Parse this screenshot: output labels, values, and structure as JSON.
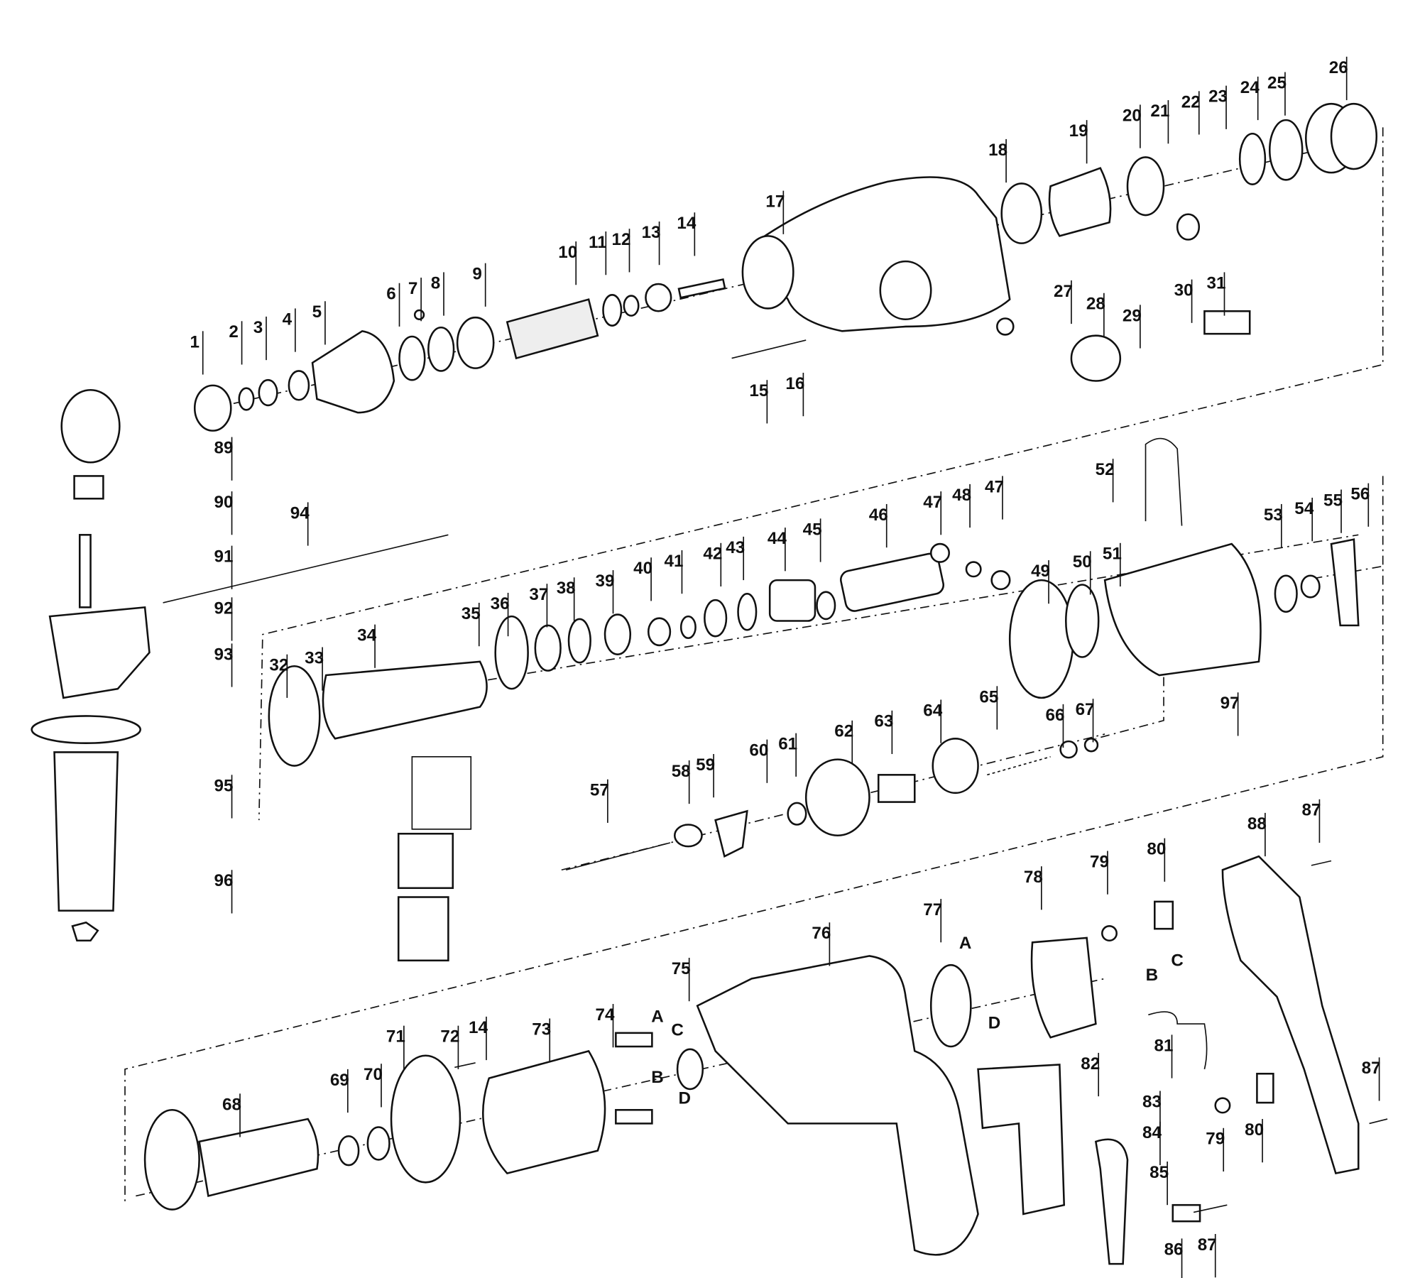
{
  "diagram": {
    "type": "exploded parts diagram - rotary hammer drill",
    "part_labels": [
      "1",
      "2",
      "3",
      "4",
      "5",
      "6",
      "7",
      "8",
      "9",
      "10",
      "11",
      "12",
      "13",
      "14",
      "15",
      "16",
      "17",
      "18",
      "19",
      "20",
      "21",
      "22",
      "23",
      "24",
      "25",
      "26",
      "27",
      "28",
      "29",
      "30",
      "31",
      "89",
      "90",
      "91",
      "92",
      "93",
      "94",
      "95",
      "96",
      "52",
      "47",
      "48",
      "47",
      "46",
      "45",
      "44",
      "43",
      "42",
      "41",
      "40",
      "39",
      "38",
      "37",
      "36",
      "35",
      "34",
      "33",
      "32",
      "49",
      "50",
      "51",
      "53",
      "54",
      "55",
      "56",
      "97",
      "66",
      "67",
      "65",
      "64",
      "63",
      "62",
      "61",
      "60",
      "59",
      "58",
      "57",
      "87",
      "88",
      "80",
      "79",
      "78",
      "77",
      "76",
      "75",
      "74",
      "73",
      "72",
      "14",
      "71",
      "70",
      "69",
      "68",
      "A",
      "D",
      "B",
      "C",
      "81",
      "82",
      "83",
      "84",
      "85",
      "86",
      "87",
      "79",
      "80",
      "87",
      "A",
      "C",
      "B",
      "D"
    ]
  }
}
